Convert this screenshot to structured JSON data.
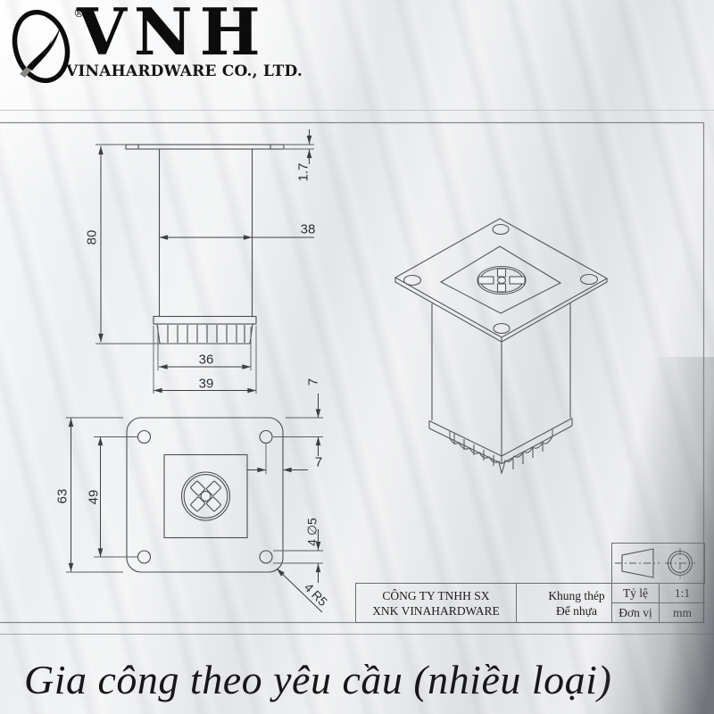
{
  "brand": {
    "name": "VNH",
    "registered_mark": "®",
    "company": "VINAHARDWARE CO., LTD."
  },
  "drawing": {
    "dimensions": {
      "overall_height": "80",
      "plate_thickness": "1.7",
      "tube_width": "38",
      "foot_width": "36",
      "foot_base_width": "39",
      "plate_size": "63",
      "hole_pitch": "49",
      "edge_offset_vertical": "7",
      "edge_offset_horizontal": "7",
      "hole_spec": "4 ∅5",
      "corner_radius": "4 R5"
    }
  },
  "title_block": {
    "company_line1": "CÔNG TY TNHH SX",
    "company_line2": "XNK VINAHARDWARE",
    "material_line1": "Khung thép",
    "material_line2": "Đế nhựa",
    "scale_label": "Tỷ lệ",
    "scale_value": "1:1",
    "unit_label": "Đơn vị",
    "unit_value": "mm"
  },
  "footer": {
    "tagline": "Gia công theo yêu cầu (nhiều loại)"
  },
  "colors": {
    "line": "#4b4d50",
    "accent_gray": "#8b8681",
    "ink": "#0c0c0c"
  }
}
